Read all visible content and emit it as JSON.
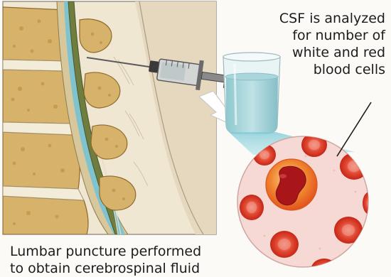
{
  "captions": {
    "analysis_lines": [
      "CSF is analyzed",
      "for number of",
      "white and red",
      "blood cells"
    ],
    "procedure_lines": [
      "Lumbar puncture performed",
      "to obtain cerebrospinal fluid"
    ]
  },
  "colors": {
    "bone": "#d7b26a",
    "bone_dark": "#b5893e",
    "spinal_cord": "#6f7d3e",
    "csf": "#7fc3cf",
    "tissue": "#efe7d2",
    "red_cell": "#e33a2a",
    "white_cell": "#f1742c",
    "magnified_bg": "#f6d8d4"
  }
}
